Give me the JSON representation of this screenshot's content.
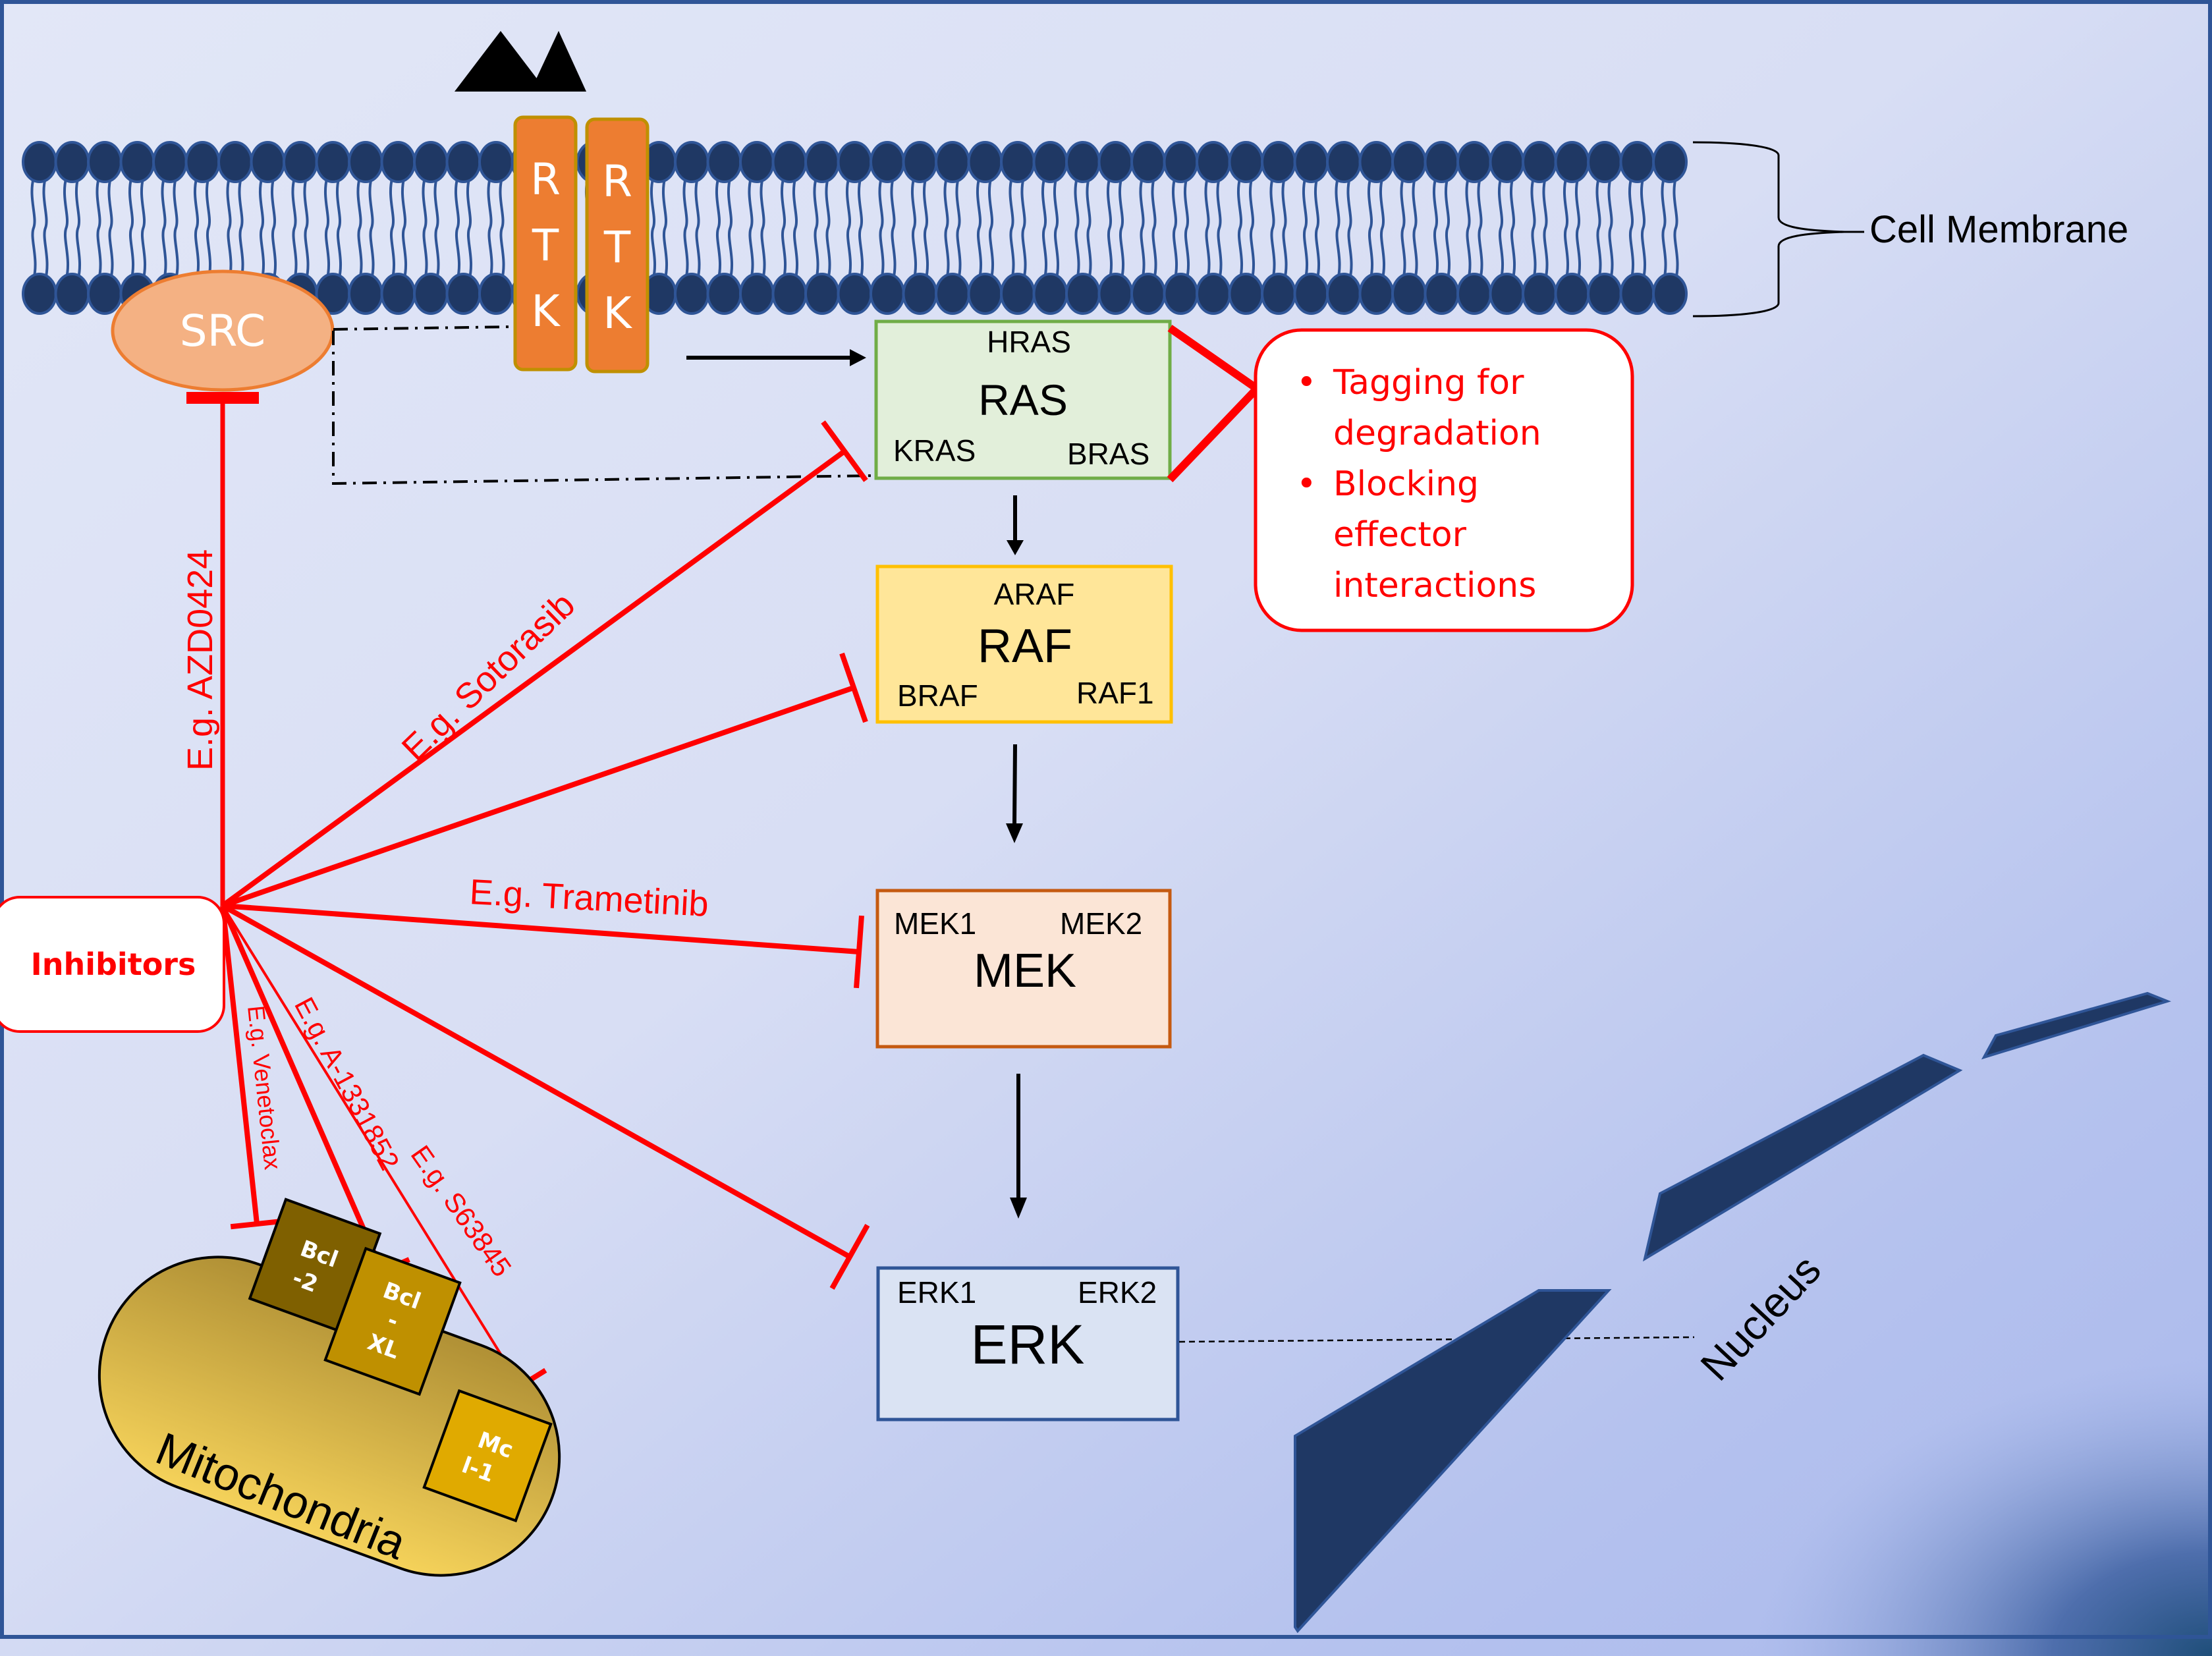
{
  "membrane": {
    "label": "Cell Membrane",
    "head_color": "#1f3864",
    "head_stroke": "#2f5597"
  },
  "ligand": {
    "icon": "ligand-triangles-icon",
    "count": 2
  },
  "receptors": [
    {
      "letters": [
        "R",
        "T",
        "K"
      ]
    },
    {
      "letters": [
        "R",
        "T",
        "K"
      ]
    }
  ],
  "src": {
    "label": "SRC",
    "fill": "#f4b183",
    "stroke": "#ed7d31"
  },
  "pathway": {
    "ras": {
      "title": "RAS",
      "isoforms": {
        "top": "HRAS",
        "bottom_left": "KRAS",
        "bottom_right": "BRAS"
      },
      "fill": "#e2efda",
      "stroke": "#70ad47"
    },
    "raf": {
      "title": "RAF",
      "isoforms": {
        "top": "ARAF",
        "bottom_left": "BRAF",
        "bottom_right": "RAF1"
      },
      "fill": "#ffe699",
      "stroke": "#ffc000"
    },
    "mek": {
      "title": "MEK",
      "isoforms": {
        "top_left": "MEK1",
        "top_right": "MEK2"
      },
      "fill": "#fbe5d6",
      "stroke": "#c55a11"
    },
    "erk": {
      "title": "ERK",
      "isoforms": {
        "top_left": "ERK1",
        "top_right": "ERK2"
      },
      "fill": "#dae3f3",
      "stroke": "#2f5597"
    }
  },
  "ras_callout": {
    "bullets": [
      {
        "lines": [
          "Tagging for",
          "degradation"
        ]
      },
      {
        "lines": [
          "Blocking",
          "effector",
          "interactions"
        ]
      }
    ],
    "color": "#ff0000"
  },
  "inhibitors": {
    "label": "Inhibitors",
    "color": "#ff0000",
    "drugs": [
      {
        "target": "SRC",
        "label": "E.g. AZD0424"
      },
      {
        "target": "RAS",
        "label": "E.g. Sotorasib"
      },
      {
        "target": "RAF",
        "label": ""
      },
      {
        "target": "MEK",
        "label": "E.g. Trametinib"
      },
      {
        "target": "ERK",
        "label": ""
      },
      {
        "target": "Bcl-2",
        "label": "E.g. Venetoclax"
      },
      {
        "target": "Bcl-XL",
        "label": "E.g. A-1331852"
      },
      {
        "target": "Mcl-1",
        "label": "E.g. S63845"
      }
    ]
  },
  "mitochondria": {
    "label": "Mitochondria",
    "proteins": [
      {
        "lines": [
          "Bcl",
          "-2"
        ],
        "fill": "#7f6000"
      },
      {
        "lines": [
          "Bcl",
          "-",
          "XL"
        ],
        "fill": "#bf9000"
      },
      {
        "lines": [
          "Mc",
          "l-1"
        ],
        "fill": "#e0aa00"
      }
    ]
  },
  "nucleus": {
    "label": "Nucleus",
    "color": "#1f3864"
  }
}
